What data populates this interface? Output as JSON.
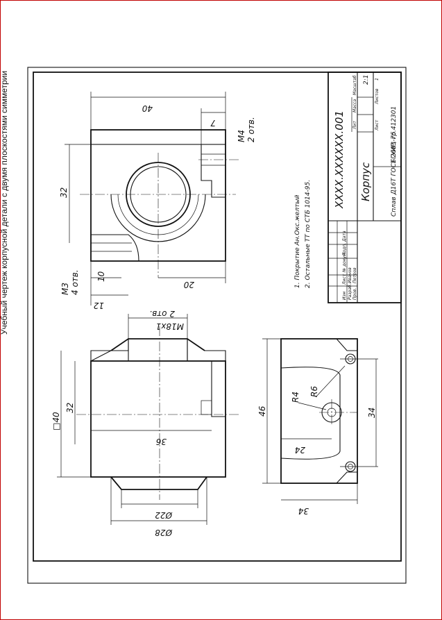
{
  "caption": "Учебный чертеж корпусной детали  с двумя плоскостями симметрии",
  "notes": {
    "note1": "1. Покрытие Ан.Окс.желтый",
    "note2": "2. Остальные ТТ по СТБ 1014-95."
  },
  "title_block": {
    "designation": "XXXX.XXXXXX.001",
    "part_name": "Корпус",
    "material": "Сплав Д16Т ГОСТ 2683-75",
    "organization": "БГУИР, гр.412301",
    "scale": "2:1",
    "col_lit": "Лит",
    "col_mass": "Масса",
    "col_scale": "Масштаб",
    "sheet_label": "Лист",
    "sheets_label": "Листов",
    "sheets_value": "1",
    "rows": [
      "Изм",
      "Лист",
      "№ докум.",
      "Подп.",
      "Дата"
    ],
    "row_dev": "Разраб.",
    "row_dev_name": "Иванов",
    "row_check": "Пров.",
    "row_check_name": "Петров"
  },
  "dimensions": {
    "top_view": {
      "d40": "40",
      "d32": "32",
      "d7": "7",
      "m4": "M4",
      "m4_qty": "2 отв.",
      "m3": "M3",
      "m3_qty": "4 отв.",
      "d10": "10",
      "d12": "12",
      "d20": "20"
    },
    "front_view": {
      "sq40": "□40",
      "d32": "32",
      "d36": "36",
      "d22": "Ø22",
      "d28": "Ø28",
      "m18": "M18x1",
      "m18_qty": "2 отв."
    },
    "side_view": {
      "d46": "46",
      "d34v": "34",
      "d34h": "34",
      "r4": "R4",
      "r6": "R6",
      "d24": "24"
    }
  }
}
